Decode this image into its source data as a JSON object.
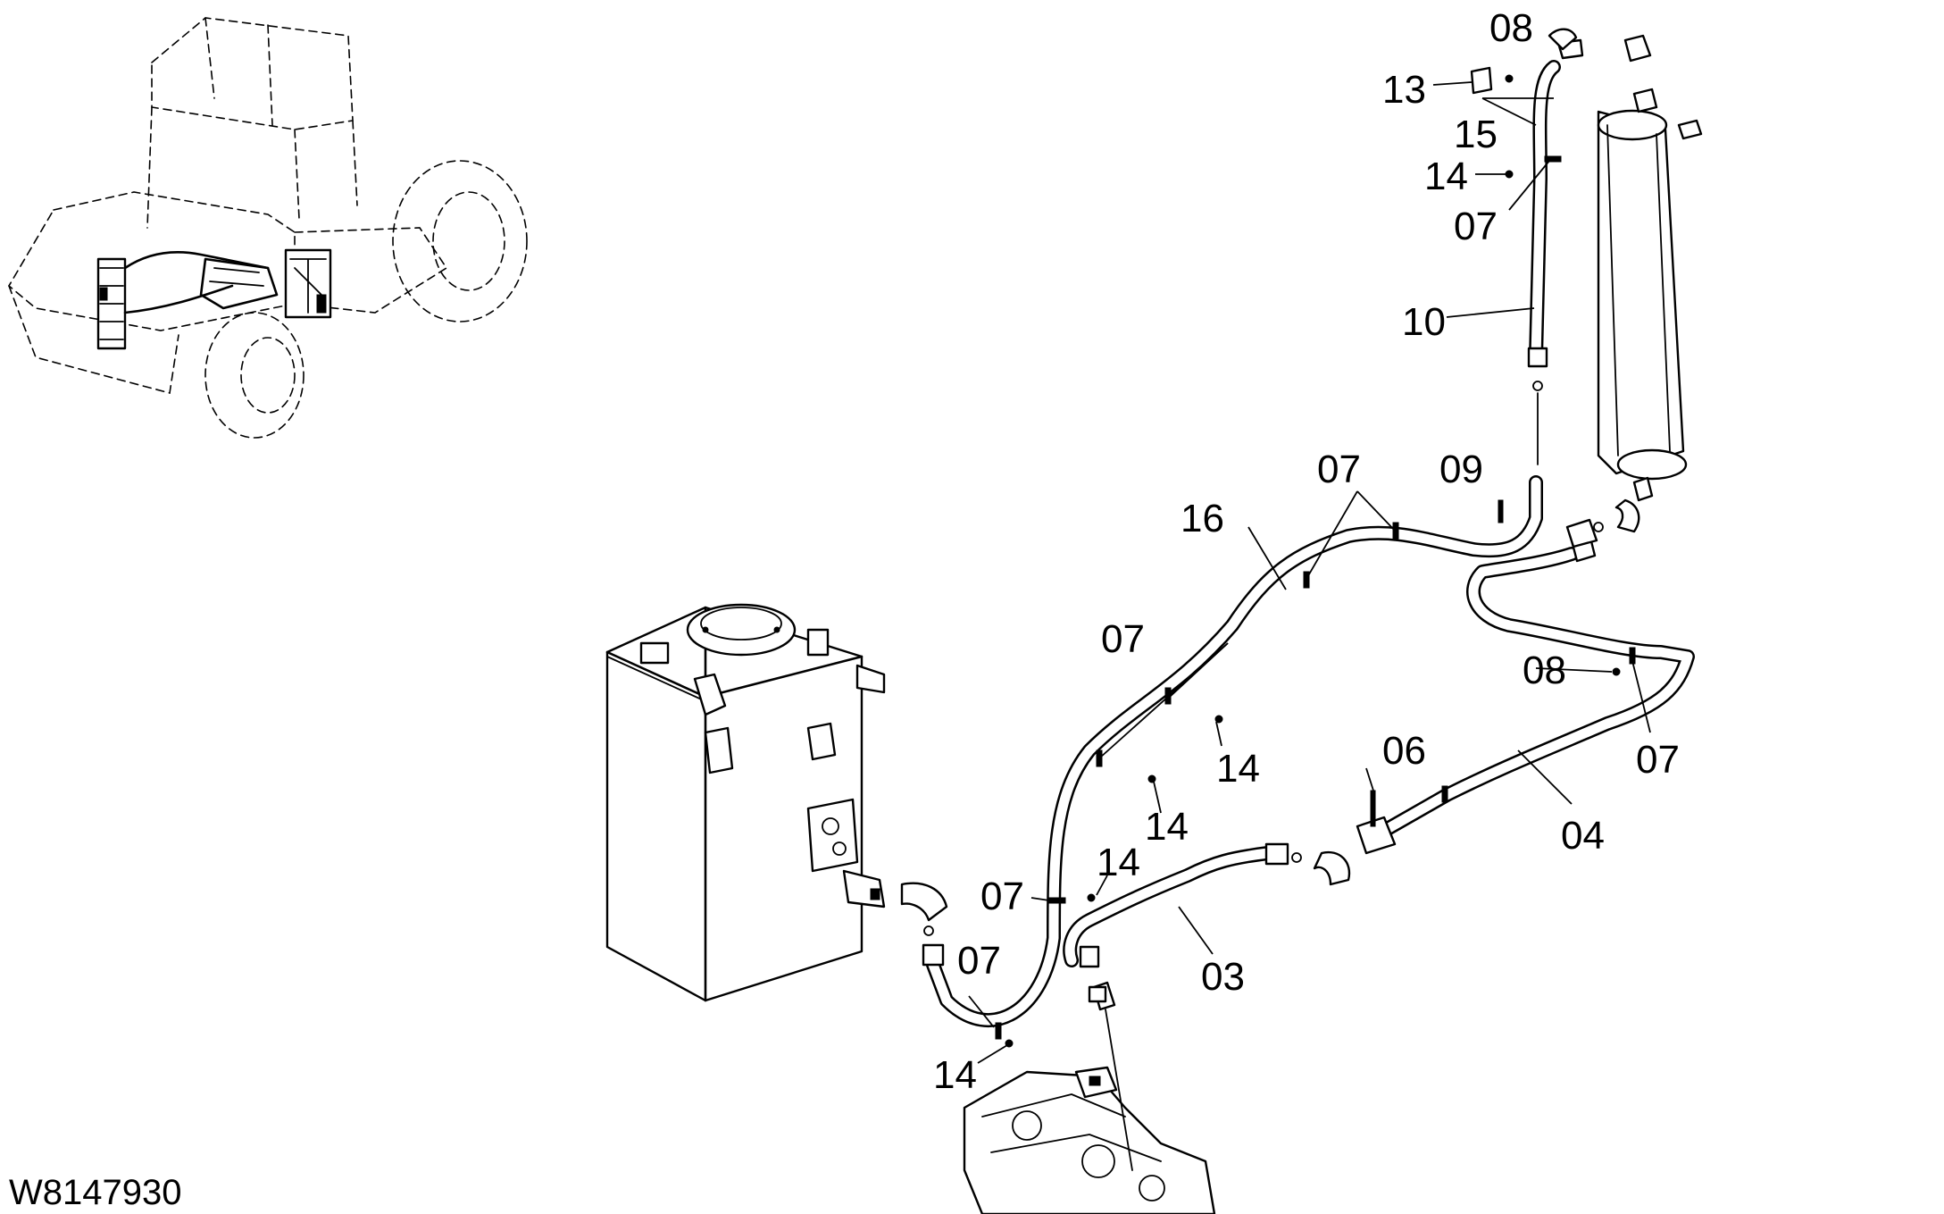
{
  "drawing": {
    "code": "W8147930"
  },
  "callouts": [
    {
      "id": "c-08-top",
      "text": "08"
    },
    {
      "id": "c-13",
      "text": "13"
    },
    {
      "id": "c-15",
      "text": "15"
    },
    {
      "id": "c-14-top",
      "text": "14"
    },
    {
      "id": "c-07-top",
      "text": "07"
    },
    {
      "id": "c-10",
      "text": "10"
    },
    {
      "id": "c-07-upper",
      "text": "07"
    },
    {
      "id": "c-09",
      "text": "09"
    },
    {
      "id": "c-16",
      "text": "16"
    },
    {
      "id": "c-07-mid",
      "text": "07"
    },
    {
      "id": "c-08-right",
      "text": "08"
    },
    {
      "id": "c-14-mid-a",
      "text": "14"
    },
    {
      "id": "c-06",
      "text": "06"
    },
    {
      "id": "c-07-right",
      "text": "07"
    },
    {
      "id": "c-14-mid-b",
      "text": "14"
    },
    {
      "id": "c-04",
      "text": "04"
    },
    {
      "id": "c-14-low",
      "text": "14"
    },
    {
      "id": "c-07-left",
      "text": "07"
    },
    {
      "id": "c-03",
      "text": "03"
    },
    {
      "id": "c-07-bottom",
      "text": "07"
    },
    {
      "id": "c-14-bottom",
      "text": "14"
    }
  ]
}
